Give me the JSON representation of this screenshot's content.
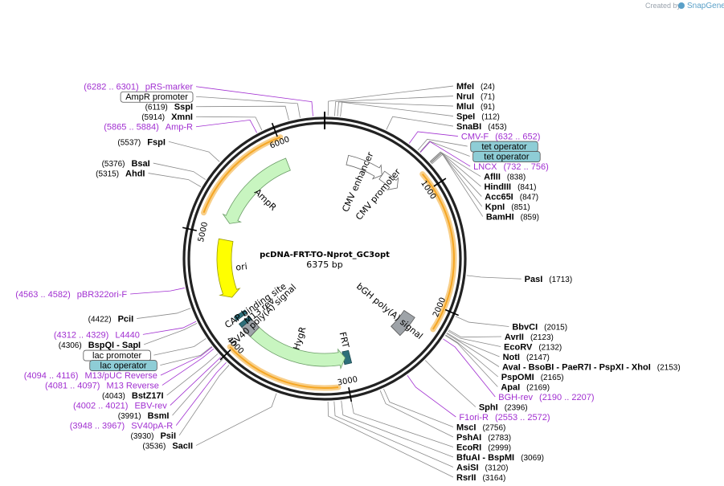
{
  "credit": {
    "prefix": "Created by",
    "brand": "SnapGene"
  },
  "plasmid": {
    "name": "pcDNA-FRT-TO-Nprot_GC3opt",
    "length_label": "6375 bp",
    "length": 6375
  },
  "ticks": [
    "1000",
    "2000",
    "3000",
    "4000",
    "5000",
    "6000"
  ],
  "colors": {
    "primer": "#a12fd1",
    "feature_green": "#c8f5c0",
    "orf_orange": "#f5a623",
    "operator": "#8ecdd6",
    "terminator": "#9ea3a8",
    "backbone": "#222222"
  },
  "enzymes": [
    {
      "name": "MfeI",
      "pos": "(24)",
      "bp": 24
    },
    {
      "name": "NruI",
      "pos": "(71)",
      "bp": 71
    },
    {
      "name": "MluI",
      "pos": "(91)",
      "bp": 91
    },
    {
      "name": "SpeI",
      "pos": "(112)",
      "bp": 112
    },
    {
      "name": "SnaBI",
      "pos": "(453)",
      "bp": 453
    },
    {
      "name": "AflII",
      "pos": "(838)",
      "bp": 838
    },
    {
      "name": "HindIII",
      "pos": "(841)",
      "bp": 841
    },
    {
      "name": "Acc65I",
      "pos": "(847)",
      "bp": 847
    },
    {
      "name": "KpnI",
      "pos": "(851)",
      "bp": 851
    },
    {
      "name": "BamHI",
      "pos": "(859)",
      "bp": 859
    },
    {
      "name": "PasI",
      "pos": "(1713)",
      "bp": 1713
    },
    {
      "name": "BbvCI",
      "pos": "(2015)",
      "bp": 2015
    },
    {
      "name": "AvrII",
      "pos": "(2123)",
      "bp": 2123
    },
    {
      "name": "EcoRV",
      "pos": "(2132)",
      "bp": 2132
    },
    {
      "name": "NotI",
      "pos": "(2147)",
      "bp": 2147
    },
    {
      "name": "AvaI - BsoBI - PaeR7I - PspXI - XhoI",
      "pos": "(2153)",
      "bp": 2153
    },
    {
      "name": "PspOMI",
      "pos": "(2165)",
      "bp": 2165
    },
    {
      "name": "ApaI",
      "pos": "(2169)",
      "bp": 2169
    },
    {
      "name": "SphI",
      "pos": "(2396)",
      "bp": 2396
    },
    {
      "name": "MscI",
      "pos": "(2756)",
      "bp": 2756
    },
    {
      "name": "PshAI",
      "pos": "(2783)",
      "bp": 2783
    },
    {
      "name": "EcoRI",
      "pos": "(2999)",
      "bp": 2999
    },
    {
      "name": "BfuAI - BspMI",
      "pos": "(3069)",
      "bp": 3069
    },
    {
      "name": "AsiSI",
      "pos": "(3120)",
      "bp": 3120
    },
    {
      "name": "RsrII",
      "pos": "(3164)",
      "bp": 3164
    },
    {
      "name": "SacII",
      "pos": "(3536)",
      "bp": 3536
    },
    {
      "name": "PsiI",
      "pos": "(3930)",
      "bp": 3930
    },
    {
      "name": "BsmI",
      "pos": "(3991)",
      "bp": 3991
    },
    {
      "name": "BstZ17I",
      "pos": "(4043)",
      "bp": 4043
    },
    {
      "name": "BspQI - SapI",
      "pos": "(4306)",
      "bp": 4306
    },
    {
      "name": "PciI",
      "pos": "(4422)",
      "bp": 4422
    },
    {
      "name": "AhdI",
      "pos": "(5315)",
      "bp": 5315
    },
    {
      "name": "BsaI",
      "pos": "(5376)",
      "bp": 5376
    },
    {
      "name": "FspI",
      "pos": "(5537)",
      "bp": 5537
    },
    {
      "name": "XmnI",
      "pos": "(5914)",
      "bp": 5914
    },
    {
      "name": "SspI",
      "pos": "(6119)",
      "bp": 6119
    }
  ],
  "primers": [
    {
      "range": "(6282 .. 6301)",
      "name": "pRS-marker",
      "bp": 6292
    },
    {
      "range": "(5865 .. 5884)",
      "name": "Amp-R",
      "bp": 5874
    },
    {
      "name": "CMV-F",
      "range": "(632 .. 652)",
      "bp": 642
    },
    {
      "name": "LNCX",
      "range": "(732 .. 756)",
      "bp": 744
    },
    {
      "name": "BGH-rev",
      "range": "(2190 .. 2207)",
      "bp": 2198
    },
    {
      "name": "F1ori-R",
      "range": "(2553 .. 2572)",
      "bp": 2562
    },
    {
      "range": "(4563 .. 4582)",
      "name": "pBR322ori-F",
      "bp": 4572
    },
    {
      "range": "(4312 .. 4329)",
      "name": "L4440",
      "bp": 4320
    },
    {
      "range": "(4094 .. 4116)",
      "name": "M13/pUC Reverse",
      "bp": 4105
    },
    {
      "range": "(4081 .. 4097)",
      "name": "M13 Reverse",
      "bp": 4089
    },
    {
      "range": "(4002 .. 4021)",
      "name": "EBV-rev",
      "bp": 4011
    },
    {
      "range": "(3948 .. 3967)",
      "name": "SV40pA-R",
      "bp": 3957
    }
  ],
  "feature_boxes": [
    {
      "name": "AmpR promoter",
      "style": "white",
      "bp": 6200
    },
    {
      "name": "tet operator",
      "style": "teal",
      "bp": 720
    },
    {
      "name": "tet operator",
      "style": "teal",
      "bp": 740
    },
    {
      "name": "lac promoter",
      "style": "white",
      "bp": 4180
    },
    {
      "name": "lac operator",
      "style": "teal",
      "bp": 4110
    }
  ],
  "features": [
    {
      "name": "CMV enhancer",
      "start": 230,
      "end": 610,
      "kind": "white-arrow"
    },
    {
      "name": "CMV promoter",
      "start": 610,
      "end": 810,
      "kind": "white-arrow"
    },
    {
      "name": "bGH poly(A) signal",
      "start": 2180,
      "end": 2400,
      "kind": "terminator"
    },
    {
      "name": "FRT",
      "start": 2930,
      "end": 2978,
      "kind": "site"
    },
    {
      "name": "HygR",
      "start": 2980,
      "end": 4000,
      "kind": "green-arrow-rev"
    },
    {
      "name": "SV40 poly(A) signal",
      "start": 3960,
      "end": 4080,
      "kind": "terminator"
    },
    {
      "name": "M13 rev",
      "start": 4080,
      "end": 4100,
      "kind": "site"
    },
    {
      "name": "CAP binding site",
      "start": 4160,
      "end": 4180,
      "kind": "site"
    },
    {
      "name": "ori",
      "start": 4380,
      "end": 4970,
      "kind": "yellow-arrow-rev"
    },
    {
      "name": "AmpR",
      "start": 5140,
      "end": 6000,
      "kind": "green-arrow-rev"
    }
  ],
  "orfs": [
    {
      "start": 870,
      "end": 2180
    },
    {
      "start": 3080,
      "end": 4020
    },
    {
      "start": 5150,
      "end": 6020
    }
  ]
}
